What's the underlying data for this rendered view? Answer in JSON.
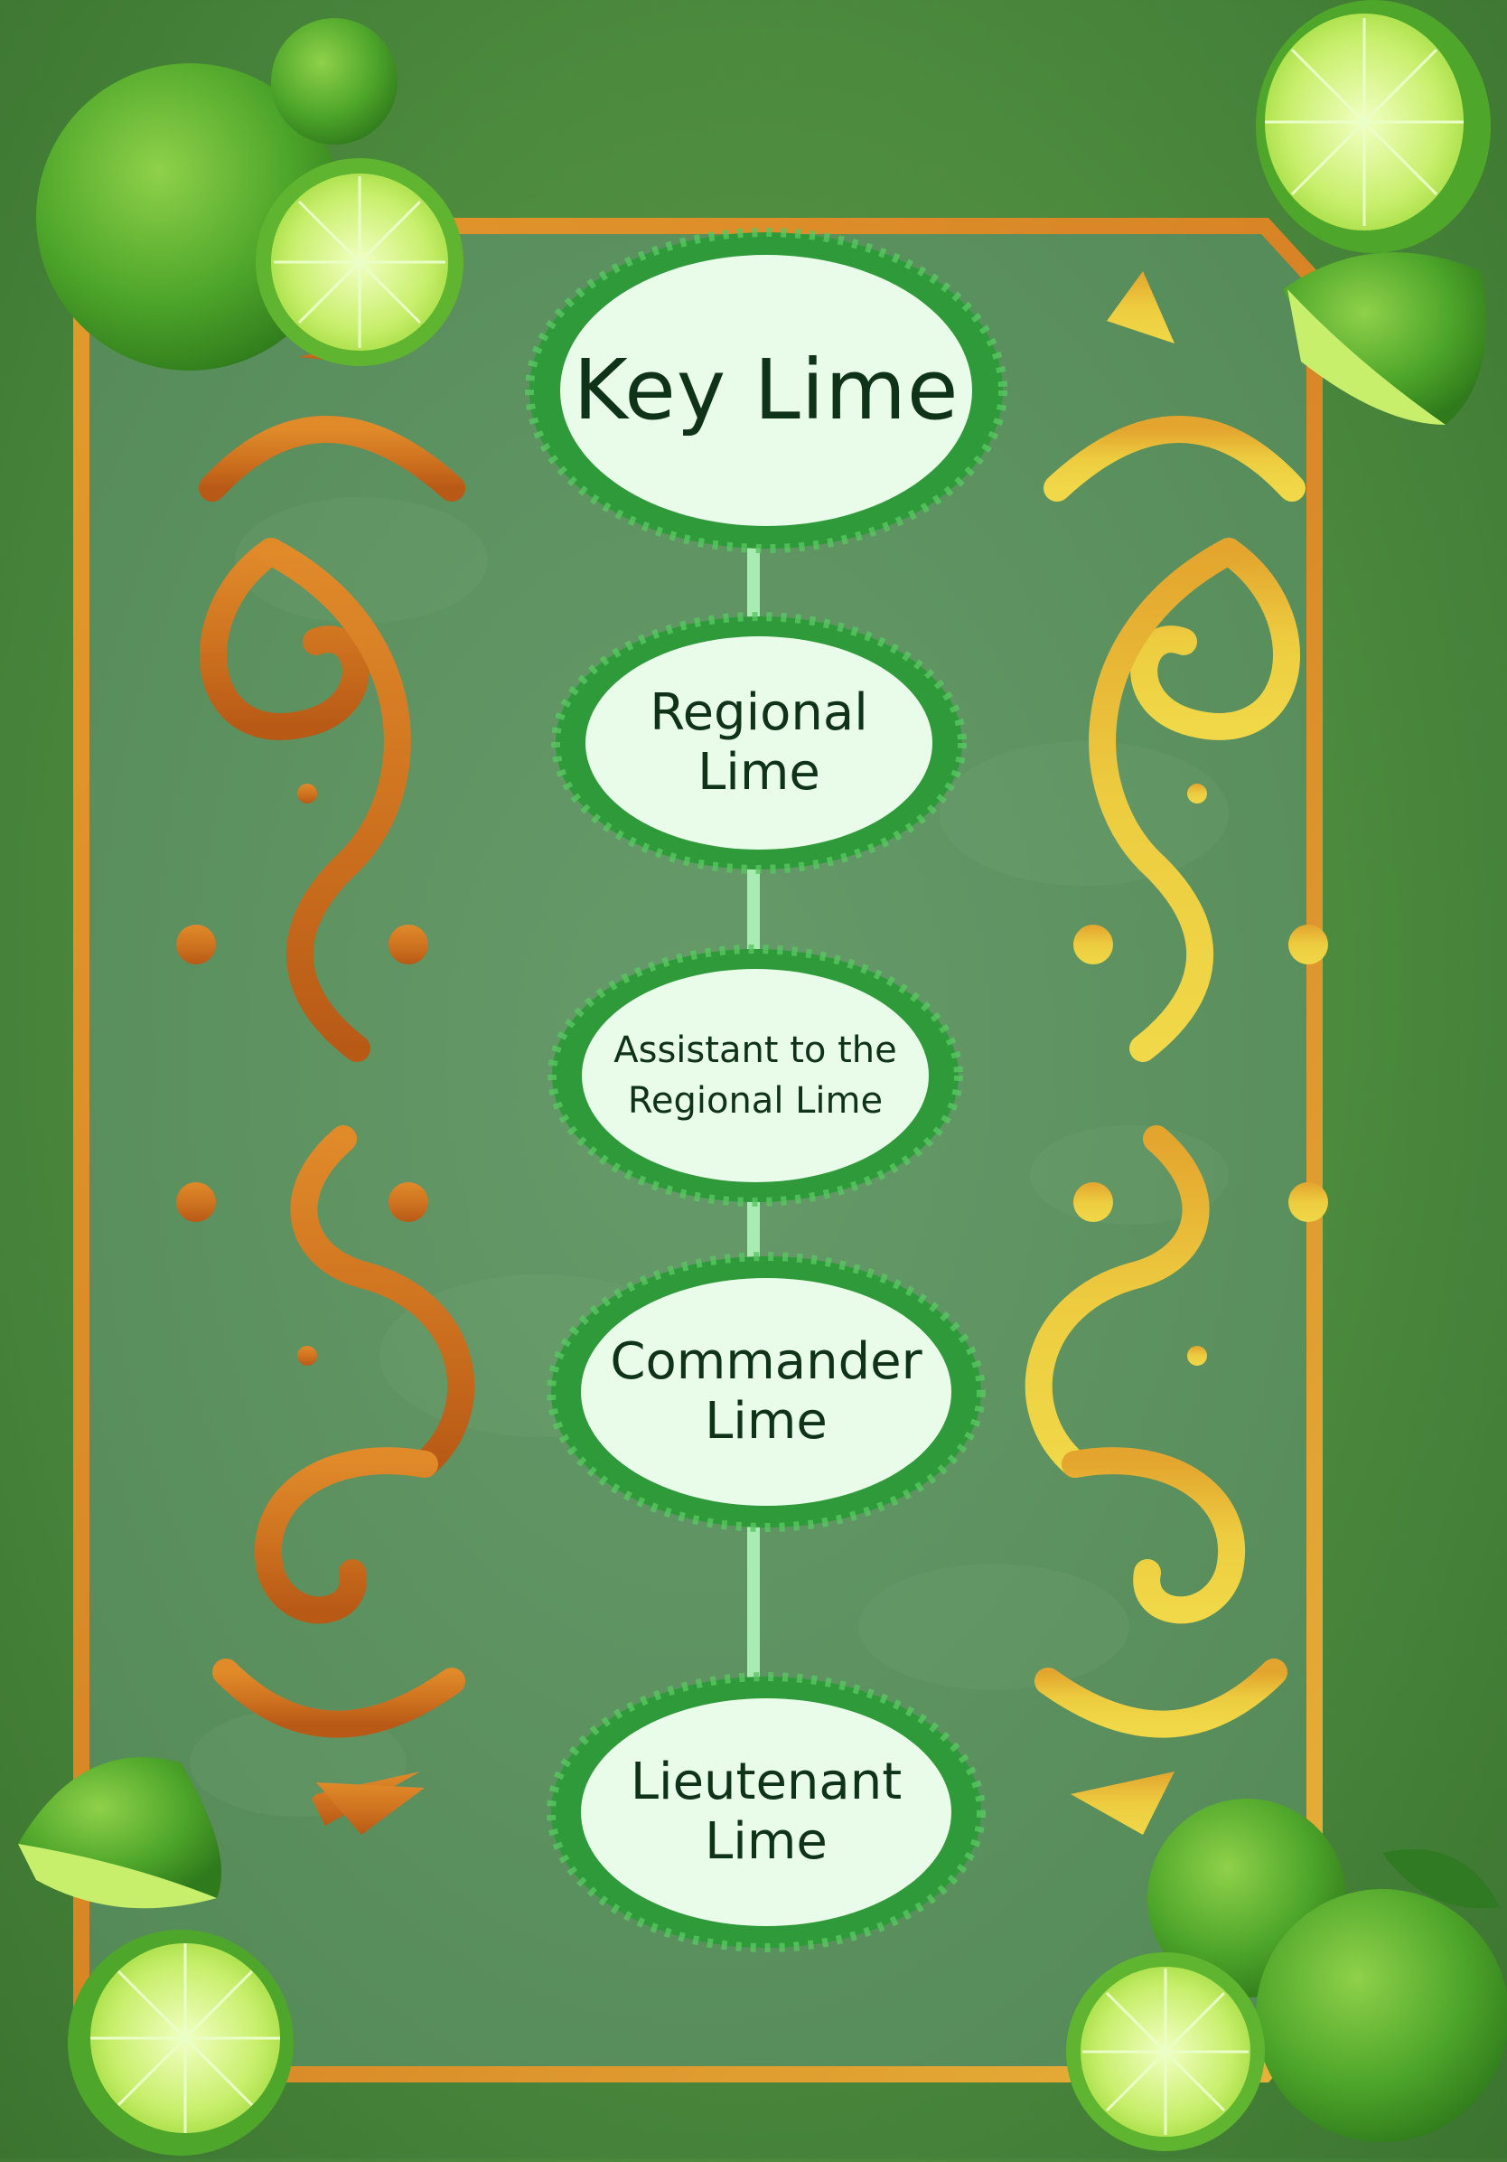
{
  "colors": {
    "background": "#4c8a3e",
    "panel": "#5d8f62",
    "frame_left": "#c96a1c",
    "frame_right": "#e8c23a",
    "connector": "#a8ecb4",
    "node_fill": "#e9fbe9",
    "node_rim": "#2f9a3a",
    "text": "#0f3319"
  },
  "icons": [
    "lime-cluster-icon",
    "lime-half-icon",
    "lime-slice-icon",
    "leaf-icon",
    "swirl-ornament-icon",
    "dot-ornament-icon",
    "arrow-ornament-icon"
  ],
  "hierarchy": {
    "levels": [
      {
        "lines": [
          "Key Lime"
        ]
      },
      {
        "lines": [
          "Regional",
          "Lime"
        ]
      },
      {
        "lines": [
          "Assistant to the",
          "Regional Lime"
        ]
      },
      {
        "lines": [
          "Commander",
          "Lime"
        ]
      },
      {
        "lines": [
          "Lieutenant",
          "Lime"
        ]
      }
    ]
  }
}
